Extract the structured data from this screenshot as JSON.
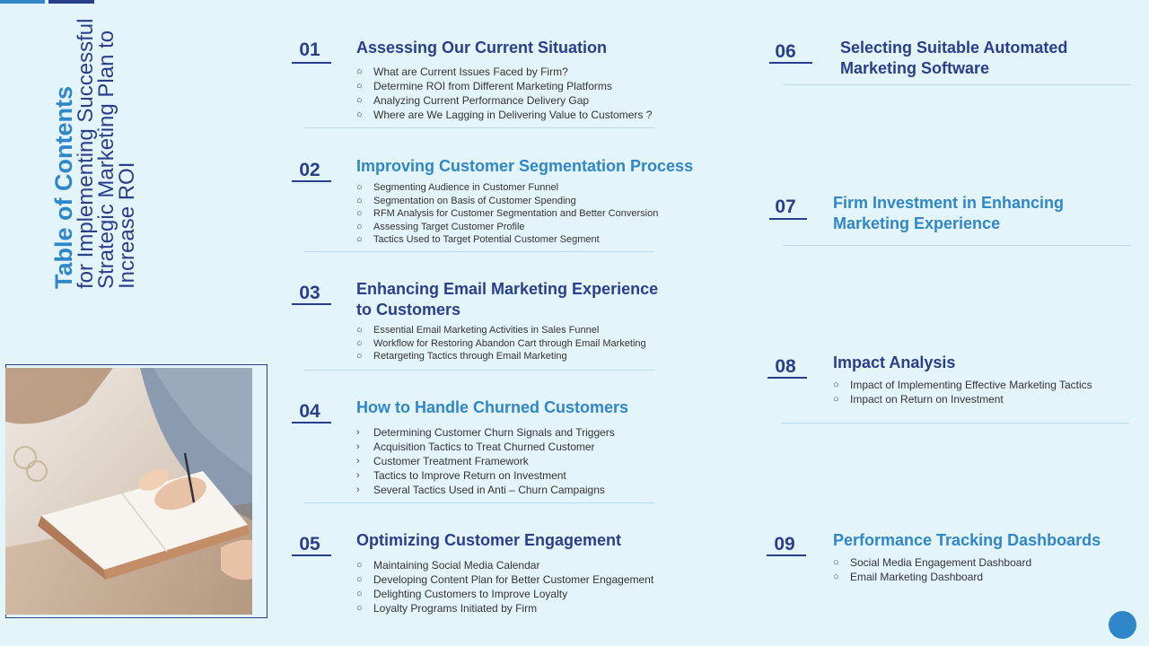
{
  "title": {
    "main": "Table of Contents",
    "subtitle": "for Implementing Successful Strategic Marketing Plan to Increase ROI"
  },
  "bullets": {
    "circle": "○",
    "arrow": "›"
  },
  "colors": {
    "accent_blue": "#2f86c9",
    "navy": "#2a3f8c",
    "background": "#e4f4fb"
  },
  "sections": [
    {
      "number": "01",
      "title": "Assessing Our Current Situation",
      "items": [
        "What are Current Issues Faced by Firm?",
        "Determine ROI from Different Marketing Platforms",
        "Analyzing Current Performance Delivery Gap",
        "Where are We Lagging in Delivering Value to Customers ?"
      ]
    },
    {
      "number": "02",
      "title": "Improving Customer Segmentation Process",
      "items": [
        "Segmenting Audience in Customer Funnel",
        "Segmentation on Basis of Customer Spending",
        "RFM Analysis for Customer Segmentation and Better Conversion",
        "Assessing Target Customer Profile",
        "Tactics Used to Target Potential Customer Segment"
      ]
    },
    {
      "number": "03",
      "title_line1": "Enhancing Email Marketing Experience",
      "title_line2": "to Customers",
      "items": [
        "Essential Email Marketing Activities in Sales Funnel",
        "Workflow for Restoring Abandon Cart through Email Marketing",
        "Retargeting Tactics through Email Marketing"
      ]
    },
    {
      "number": "04",
      "title": "How to Handle Churned Customers",
      "items": [
        "Determining Customer Churn Signals and Triggers",
        "Acquisition Tactics to Treat Churned Customer",
        "Customer Treatment Framework",
        "Tactics to Improve Return on Investment",
        "Several Tactics Used in Anti – Churn Campaigns"
      ]
    },
    {
      "number": "05",
      "title": "Optimizing Customer Engagement",
      "items": [
        "Maintaining Social Media Calendar",
        "Developing Content Plan for Better Customer Engagement",
        "Delighting Customers to Improve Loyalty",
        "Loyalty Programs Initiated by Firm"
      ]
    },
    {
      "number": "06",
      "title_line1": "Selecting Suitable Automated",
      "title_line2": "Marketing Software"
    },
    {
      "number": "07",
      "title_line1": "Firm Investment in Enhancing",
      "title_line2": "Marketing Experience"
    },
    {
      "number": "08",
      "title": "Impact Analysis",
      "items": [
        "Impact of Implementing Effective Marketing Tactics",
        "Impact on Return on Investment"
      ]
    },
    {
      "number": "09",
      "title": "Performance Tracking Dashboards",
      "items": [
        "Social Media Engagement Dashboard",
        "Email Marketing Dashboard"
      ]
    }
  ]
}
